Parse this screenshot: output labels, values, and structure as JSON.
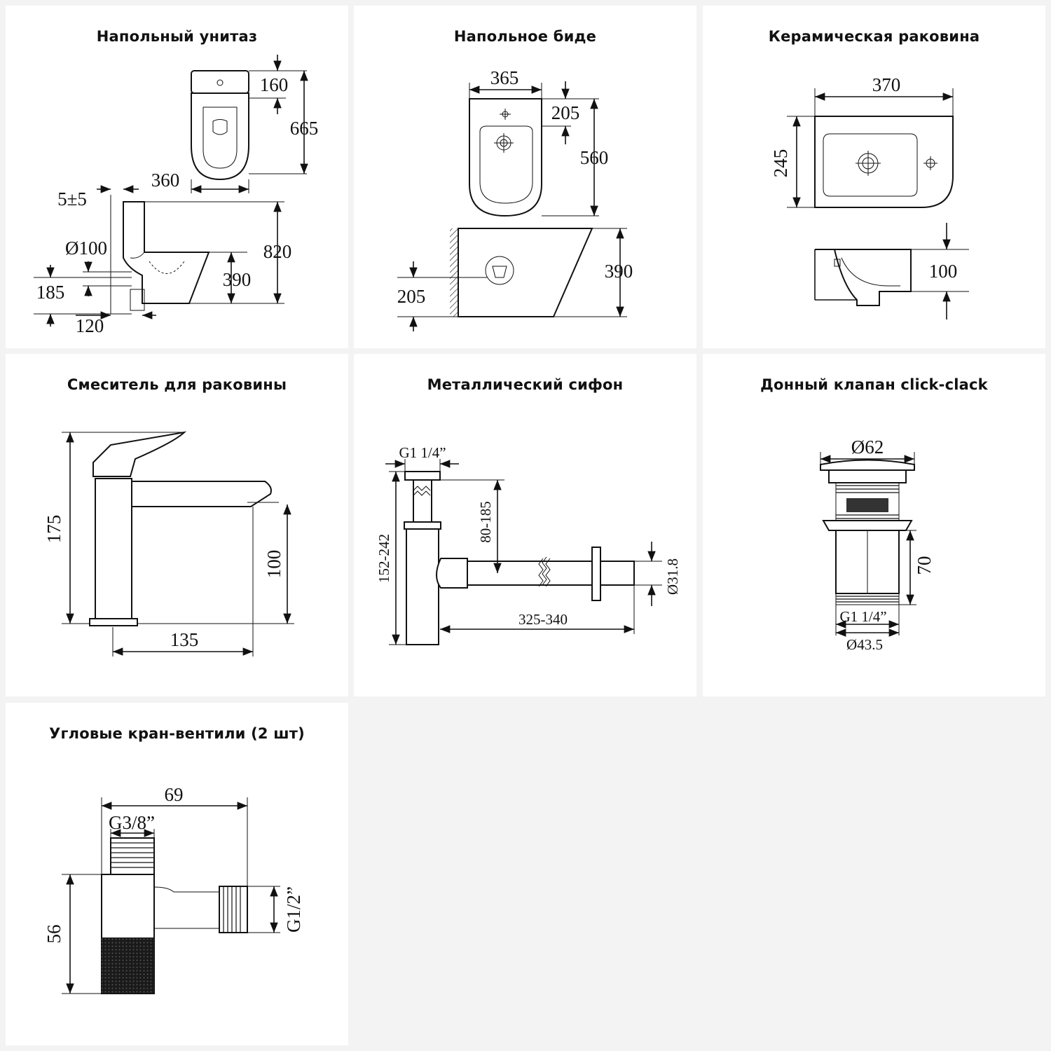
{
  "cards": [
    {
      "title": "Напольный унитаз",
      "dims": {
        "d1": "160",
        "d2": "665",
        "d3": "360",
        "d4": "5±5",
        "d5": "820",
        "d6": "Ø100",
        "d7": "390",
        "d8": "185",
        "d9": "120"
      }
    },
    {
      "title": "Напольное биде",
      "dims": {
        "d1": "365",
        "d2": "205",
        "d3": "560",
        "d4": "390",
        "d5": "205"
      }
    },
    {
      "title": "Керамическая раковина",
      "dims": {
        "d1": "370",
        "d2": "245",
        "d3": "100"
      }
    },
    {
      "title": "Смеситель для раковины",
      "dims": {
        "d1": "175",
        "d2": "100",
        "d3": "135"
      }
    },
    {
      "title": "Металлический сифон",
      "dims": {
        "d1": "G1 1/4”",
        "d2": "80-185",
        "d3": "152-242",
        "d4": "Ø31.8",
        "d5": "325-340"
      }
    },
    {
      "title": "Донный клапан click-clack",
      "dims": {
        "d1": "Ø62",
        "d2": "70",
        "d3": "G1 1/4”",
        "d4": "Ø43.5"
      }
    },
    {
      "title": "Угловые кран-вентили (2 шт)",
      "dims": {
        "d1": "69",
        "d2": "G3/8”",
        "d3": "56",
        "d4": "G1/2”"
      }
    }
  ]
}
